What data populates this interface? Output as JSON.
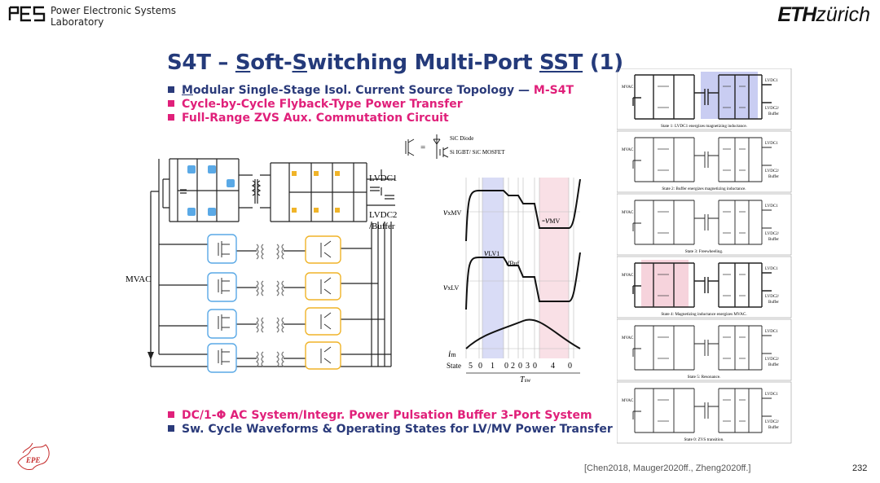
{
  "header": {
    "lab_logo": "PES",
    "lab_line1": "Power Electronic Systems",
    "lab_line2": "Laboratory",
    "eth_bold": "ETH",
    "eth_rest": "zürich"
  },
  "title": {
    "pre": "S4T – ",
    "u1": "S",
    "mid1": "oft-",
    "u2": "S",
    "mid2": "witching Multi-Port ",
    "u3": "SST",
    "post": " (1)"
  },
  "bullets_top": [
    {
      "u": "M",
      "text": "odular Single-Stage Isol. Current Source Topology — ",
      "hl": "M-S4T"
    },
    {
      "text": "Cycle-by-Cycle Flyback-Type Power Transfer"
    },
    {
      "text": "Full-Range ZVS Aux. Commutation Circuit"
    }
  ],
  "bullets_bottom": [
    {
      "text": "DC/1-Φ AC System/Integr. Power Pulsation Buffer 3-Port System"
    },
    {
      "text": "Sw. Cycle Waveforms  & Operating States for LV/MV Power Transfer"
    }
  ],
  "schematic": {
    "lvdc1": "LVDC1",
    "lvdc2": "LVDC2",
    "buffer": "/Buffer",
    "mvac": "MVAC",
    "legend_diode": "SiC Diode",
    "legend_switch": "Si IGBT/ SiC MOSFET"
  },
  "waveforms": {
    "v_xmv": "v",
    "v_xmv_sub": "xMV",
    "v_mv": "-v",
    "v_mv_sub": "MV",
    "v_lv1": "v",
    "v_lv1_sub": "LV1",
    "v_buf": "v",
    "v_buf_sub": "Buf",
    "v_xlv": "v",
    "v_xlv_sub": "xLV",
    "i_m": "i",
    "i_m_sub": "m",
    "state_label": "State",
    "states": [
      "5",
      "0",
      "1",
      "0",
      "2",
      "0",
      "3",
      "0",
      "4",
      "0"
    ],
    "t_sw": "T",
    "t_sw_sub": "sw"
  },
  "states_panel": {
    "mvac": "MVAC",
    "lvdc1": "LVDC1",
    "lvdc2": "LVDC2/",
    "buffer": "Buffer",
    "captions": [
      "State 1: LVDC1 energizes magnetizing inductance.",
      "State 2: Buffer energizes magnetizing inductance.",
      "State 3: Freewheeling.",
      "State 4: Magnetizing inductance energizes MVAC.",
      "State 5: Resonance.",
      "State 0: ZVS transition."
    ]
  },
  "footer": {
    "refs": "[Chen2018, Mauger2020ff., Zheng2020ff.]",
    "page": "232",
    "corner_logo": "EPE"
  },
  "colors": {
    "navy": "#2a3a7a",
    "pink": "#e0207a",
    "blue_box": "#5aa9e6",
    "yellow_box": "#f0b429",
    "blue_shade": "#c9cdf2",
    "pink_shade": "#f6d3dc"
  }
}
